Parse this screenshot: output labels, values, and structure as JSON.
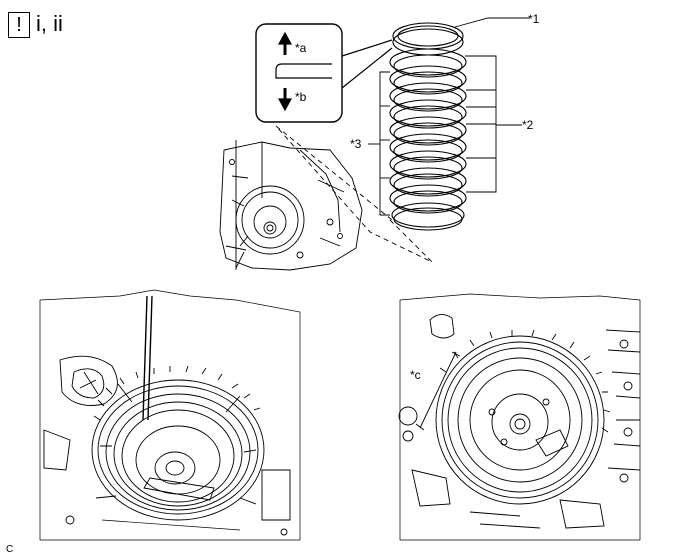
{
  "header": {
    "warning_symbol": "!",
    "steps": "i, ii"
  },
  "callouts": {
    "c1": "*1",
    "c2": "*2",
    "c3": "*3",
    "ca": "*a",
    "cb": "*b",
    "cc": "*c"
  },
  "figure_code": "C"
}
